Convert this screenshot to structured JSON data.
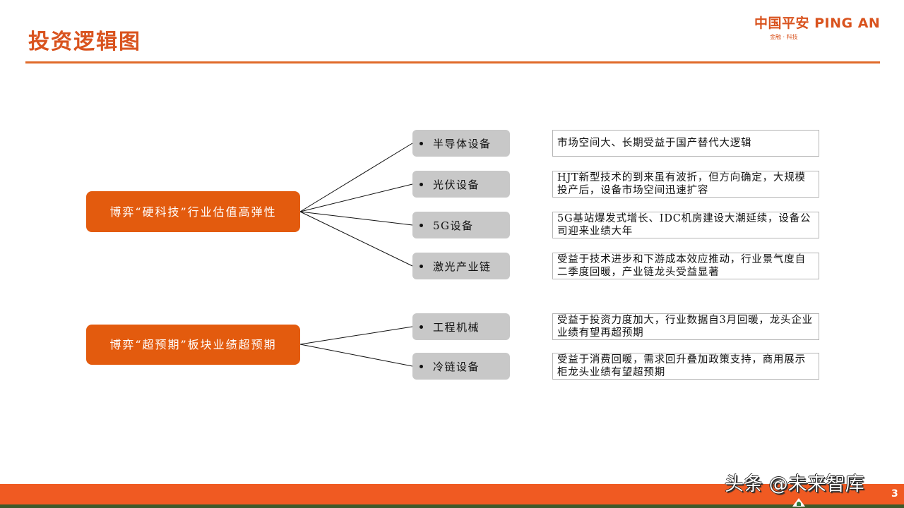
{
  "header": {
    "title": "投资逻辑图",
    "logo_main": "中国平安 PING AN",
    "logo_sub": "金融 · 科技"
  },
  "groups": [
    {
      "label": "博弈“硬科技”行业估值高弹性",
      "items": [
        {
          "category": "半导体设备",
          "description": "市场空间大、长期受益于国产替代大逻辑"
        },
        {
          "category": "光伏设备",
          "description": "HJT新型技术的到来虽有波折，但方向确定，大规模投产后，设备市场空间迅速扩容"
        },
        {
          "category": "5G设备",
          "description": "5G基站爆发式增长、IDC机房建设大潮延续，设备公司迎来业绩大年"
        },
        {
          "category": "激光产业链",
          "description": "受益于技术进步和下游成本效应推动，行业景气度自二季度回暖，产业链龙头受益显著"
        }
      ]
    },
    {
      "label": "博弈“超预期”板块业绩超预期",
      "items": [
        {
          "category": "工程机械",
          "description": "受益于投资力度加大，行业数据自3月回暖，龙头企业业绩有望再超预期"
        },
        {
          "category": "冷链设备",
          "description": "受益于消费回暖，需求回升叠加政策支持，商用展示柜龙头业绩有望超预期"
        }
      ]
    }
  ],
  "footer": {
    "watermark": "头条 @未来智库",
    "page_number": "3"
  },
  "colors": {
    "accent": "#e35b0e",
    "footer_bar": "#f05a22",
    "category_bg": "#c8c8c8",
    "footer_line": "#3d5a2a"
  }
}
